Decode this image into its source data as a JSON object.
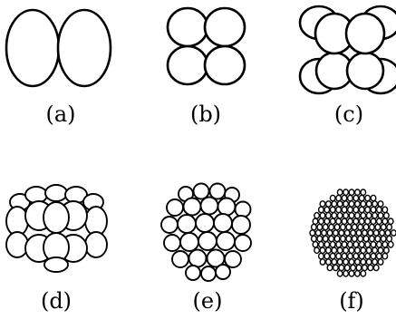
{
  "figure": {
    "panels": [
      {
        "id": "a",
        "label": "(a)",
        "stage": "2-cell"
      },
      {
        "id": "b",
        "label": "(b)",
        "stage": "4-cell"
      },
      {
        "id": "c",
        "label": "(c)",
        "stage": "8-cell"
      },
      {
        "id": "d",
        "label": "(d)",
        "stage": "16-cell"
      },
      {
        "id": "e",
        "label": "(e)",
        "stage": "32-cell"
      },
      {
        "id": "f",
        "label": "(f)",
        "stage": "blastula"
      }
    ],
    "colors": {
      "ink": "#000000",
      "paper": "#ffffff"
    }
  }
}
